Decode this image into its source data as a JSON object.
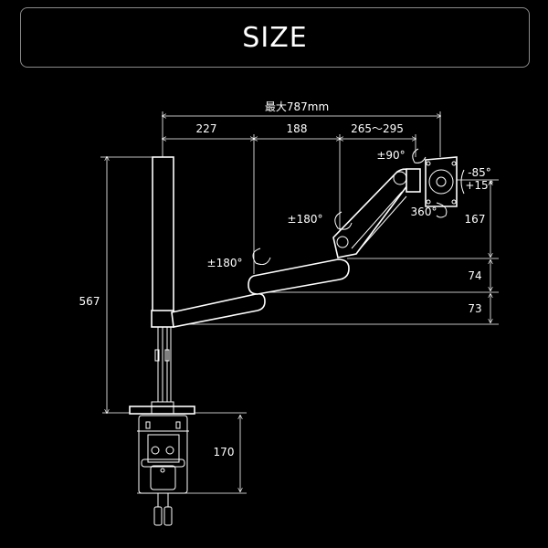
{
  "header": {
    "title": "SIZE"
  },
  "dimensions": {
    "max_reach": "最大787mm",
    "segment_1": "227",
    "segment_2": "188",
    "segment_3": "265〜295",
    "pole_height": "567",
    "clamp_height": "170",
    "vesa_height": "167",
    "arm2_height": "74",
    "arm1_height": "73"
  },
  "rotations": {
    "arm1": "±180°",
    "arm2": "±180°",
    "head_swivel": "±90°",
    "tilt_down": "-85°",
    "tilt_up": "+15°",
    "rotate": "360°"
  },
  "colors": {
    "background": "#000000",
    "line": "#ffffff",
    "frame": "#8a8a8a"
  }
}
